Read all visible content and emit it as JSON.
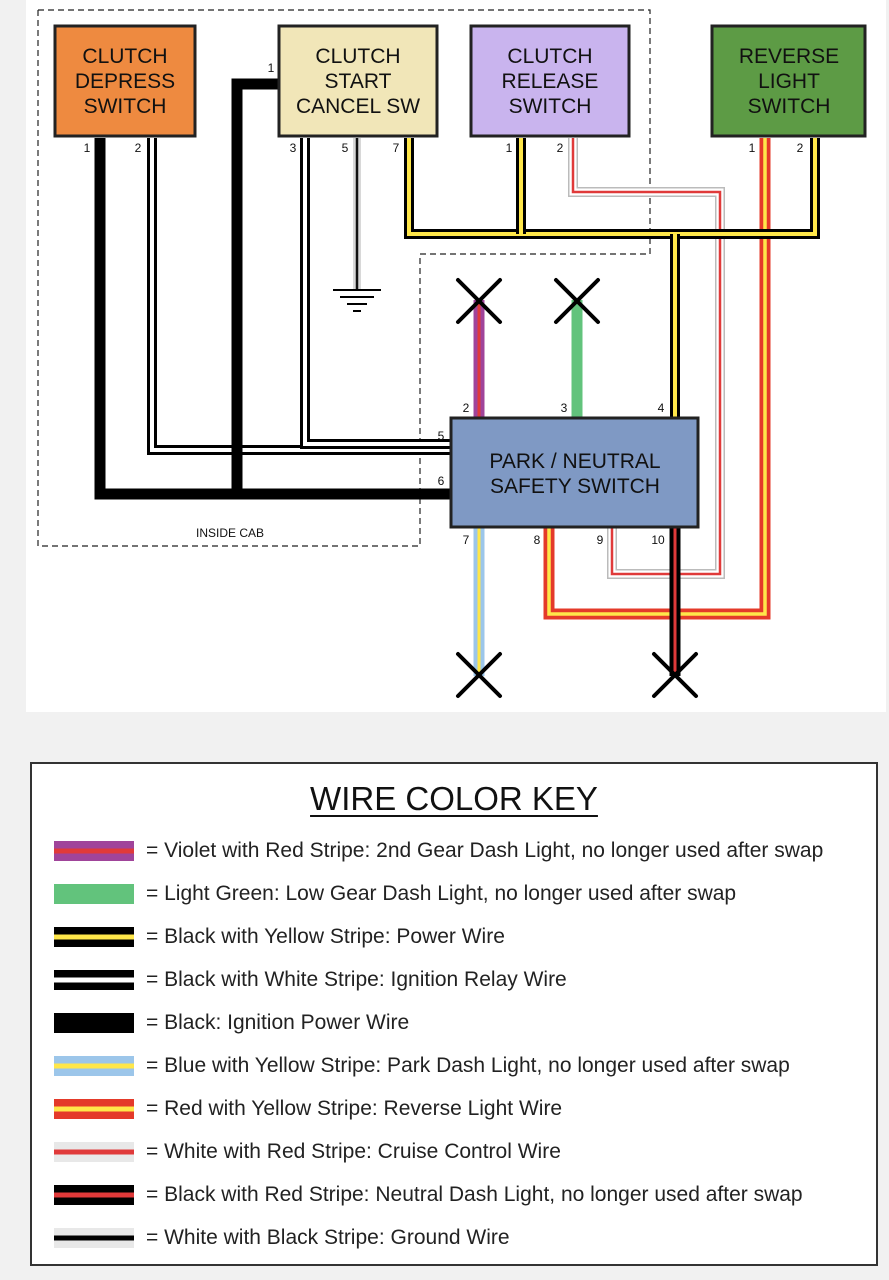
{
  "boxes": {
    "clutch_depress": {
      "line1": "CLUTCH",
      "line2": "DEPRESS",
      "line3": "SWITCH",
      "color": "#ee8a40"
    },
    "clutch_start_cancel": {
      "line1": "CLUTCH",
      "line2": "START",
      "line3": "CANCEL SW",
      "color": "#f1e6b8"
    },
    "clutch_release": {
      "line1": "CLUTCH",
      "line2": "RELEASE",
      "line3": "SWITCH",
      "color": "#c9b4ee"
    },
    "reverse_light": {
      "line1": "REVERSE",
      "line2": "LIGHT",
      "line3": "SWITCH",
      "color": "#5d9b45"
    },
    "park_neutral": {
      "line1": "PARK / NEUTRAL",
      "line2": "SAFETY SWITCH",
      "color": "#7f99c4"
    }
  },
  "pins": {
    "depress": [
      "1",
      "2"
    ],
    "cancel": [
      "1",
      "3",
      "5",
      "7"
    ],
    "release": [
      "1",
      "2"
    ],
    "reverse": [
      "1",
      "2"
    ],
    "park": [
      "2",
      "3",
      "4",
      "5",
      "6",
      "7",
      "8",
      "9",
      "10"
    ]
  },
  "inside_cab_label": "INSIDE CAB",
  "key": {
    "title": "WIRE COLOR KEY",
    "items": [
      {
        "text": "= Violet with Red Stripe: 2nd Gear Dash Light, no longer used after swap",
        "base": "#a0449a",
        "stripe": "#e03a3a"
      },
      {
        "text": "= Light Green: Low Gear Dash Light, no longer used after swap",
        "base": "#62c37c",
        "stripe": ""
      },
      {
        "text": "= Black with Yellow Stripe: Power Wire",
        "base": "#000000",
        "stripe": "#ffe74a"
      },
      {
        "text": "= Black with White Stripe: Ignition Relay Wire",
        "base": "#000000",
        "stripe": "#ffffff"
      },
      {
        "text": "= Black: Ignition Power Wire",
        "base": "#000000",
        "stripe": ""
      },
      {
        "text": "= Blue with Yellow Stripe: Park Dash Light, no longer used after swap",
        "base": "#9cc6ea",
        "stripe": "#ffe74a"
      },
      {
        "text": "= Red with Yellow Stripe: Reverse Light Wire",
        "base": "#e43a2a",
        "stripe": "#ffe74a"
      },
      {
        "text": "= White with Red Stripe: Cruise Control Wire",
        "base": "#e8e8e8",
        "stripe": "#e03a3a"
      },
      {
        "text": "= Black with Red Stripe: Neutral Dash Light, no longer used after swap",
        "base": "#000000",
        "stripe": "#e03a3a"
      },
      {
        "text": "= White with Black Stripe: Ground Wire",
        "base": "#e8e8e8",
        "stripe": "#000000"
      }
    ]
  }
}
